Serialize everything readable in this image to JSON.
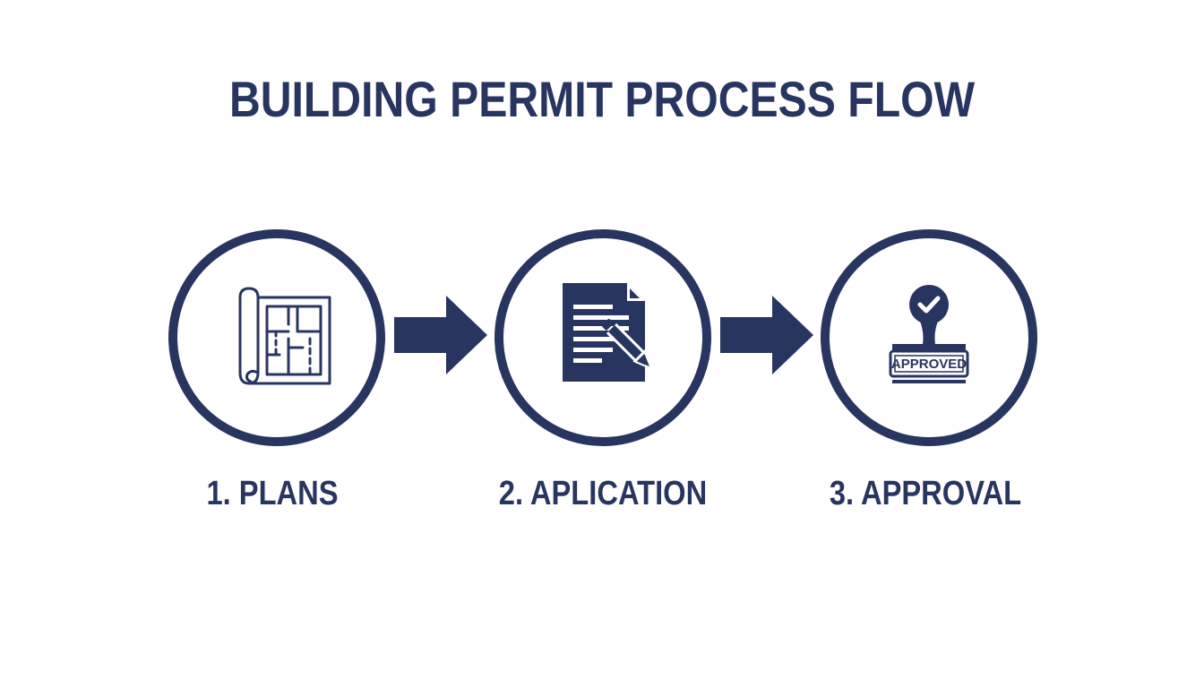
{
  "title": "BUILDING PERMIT PROCESS FLOW",
  "steps": [
    {
      "label": "1. PLANS",
      "icon": "blueprint-icon"
    },
    {
      "label": "2. APLICATION",
      "icon": "document-pencil-icon"
    },
    {
      "label": "3. APPROVAL",
      "icon": "approved-stamp-icon",
      "stamp_text": "APPROVED"
    }
  ],
  "colors": {
    "primary": "#283560",
    "background": "#ffffff"
  }
}
